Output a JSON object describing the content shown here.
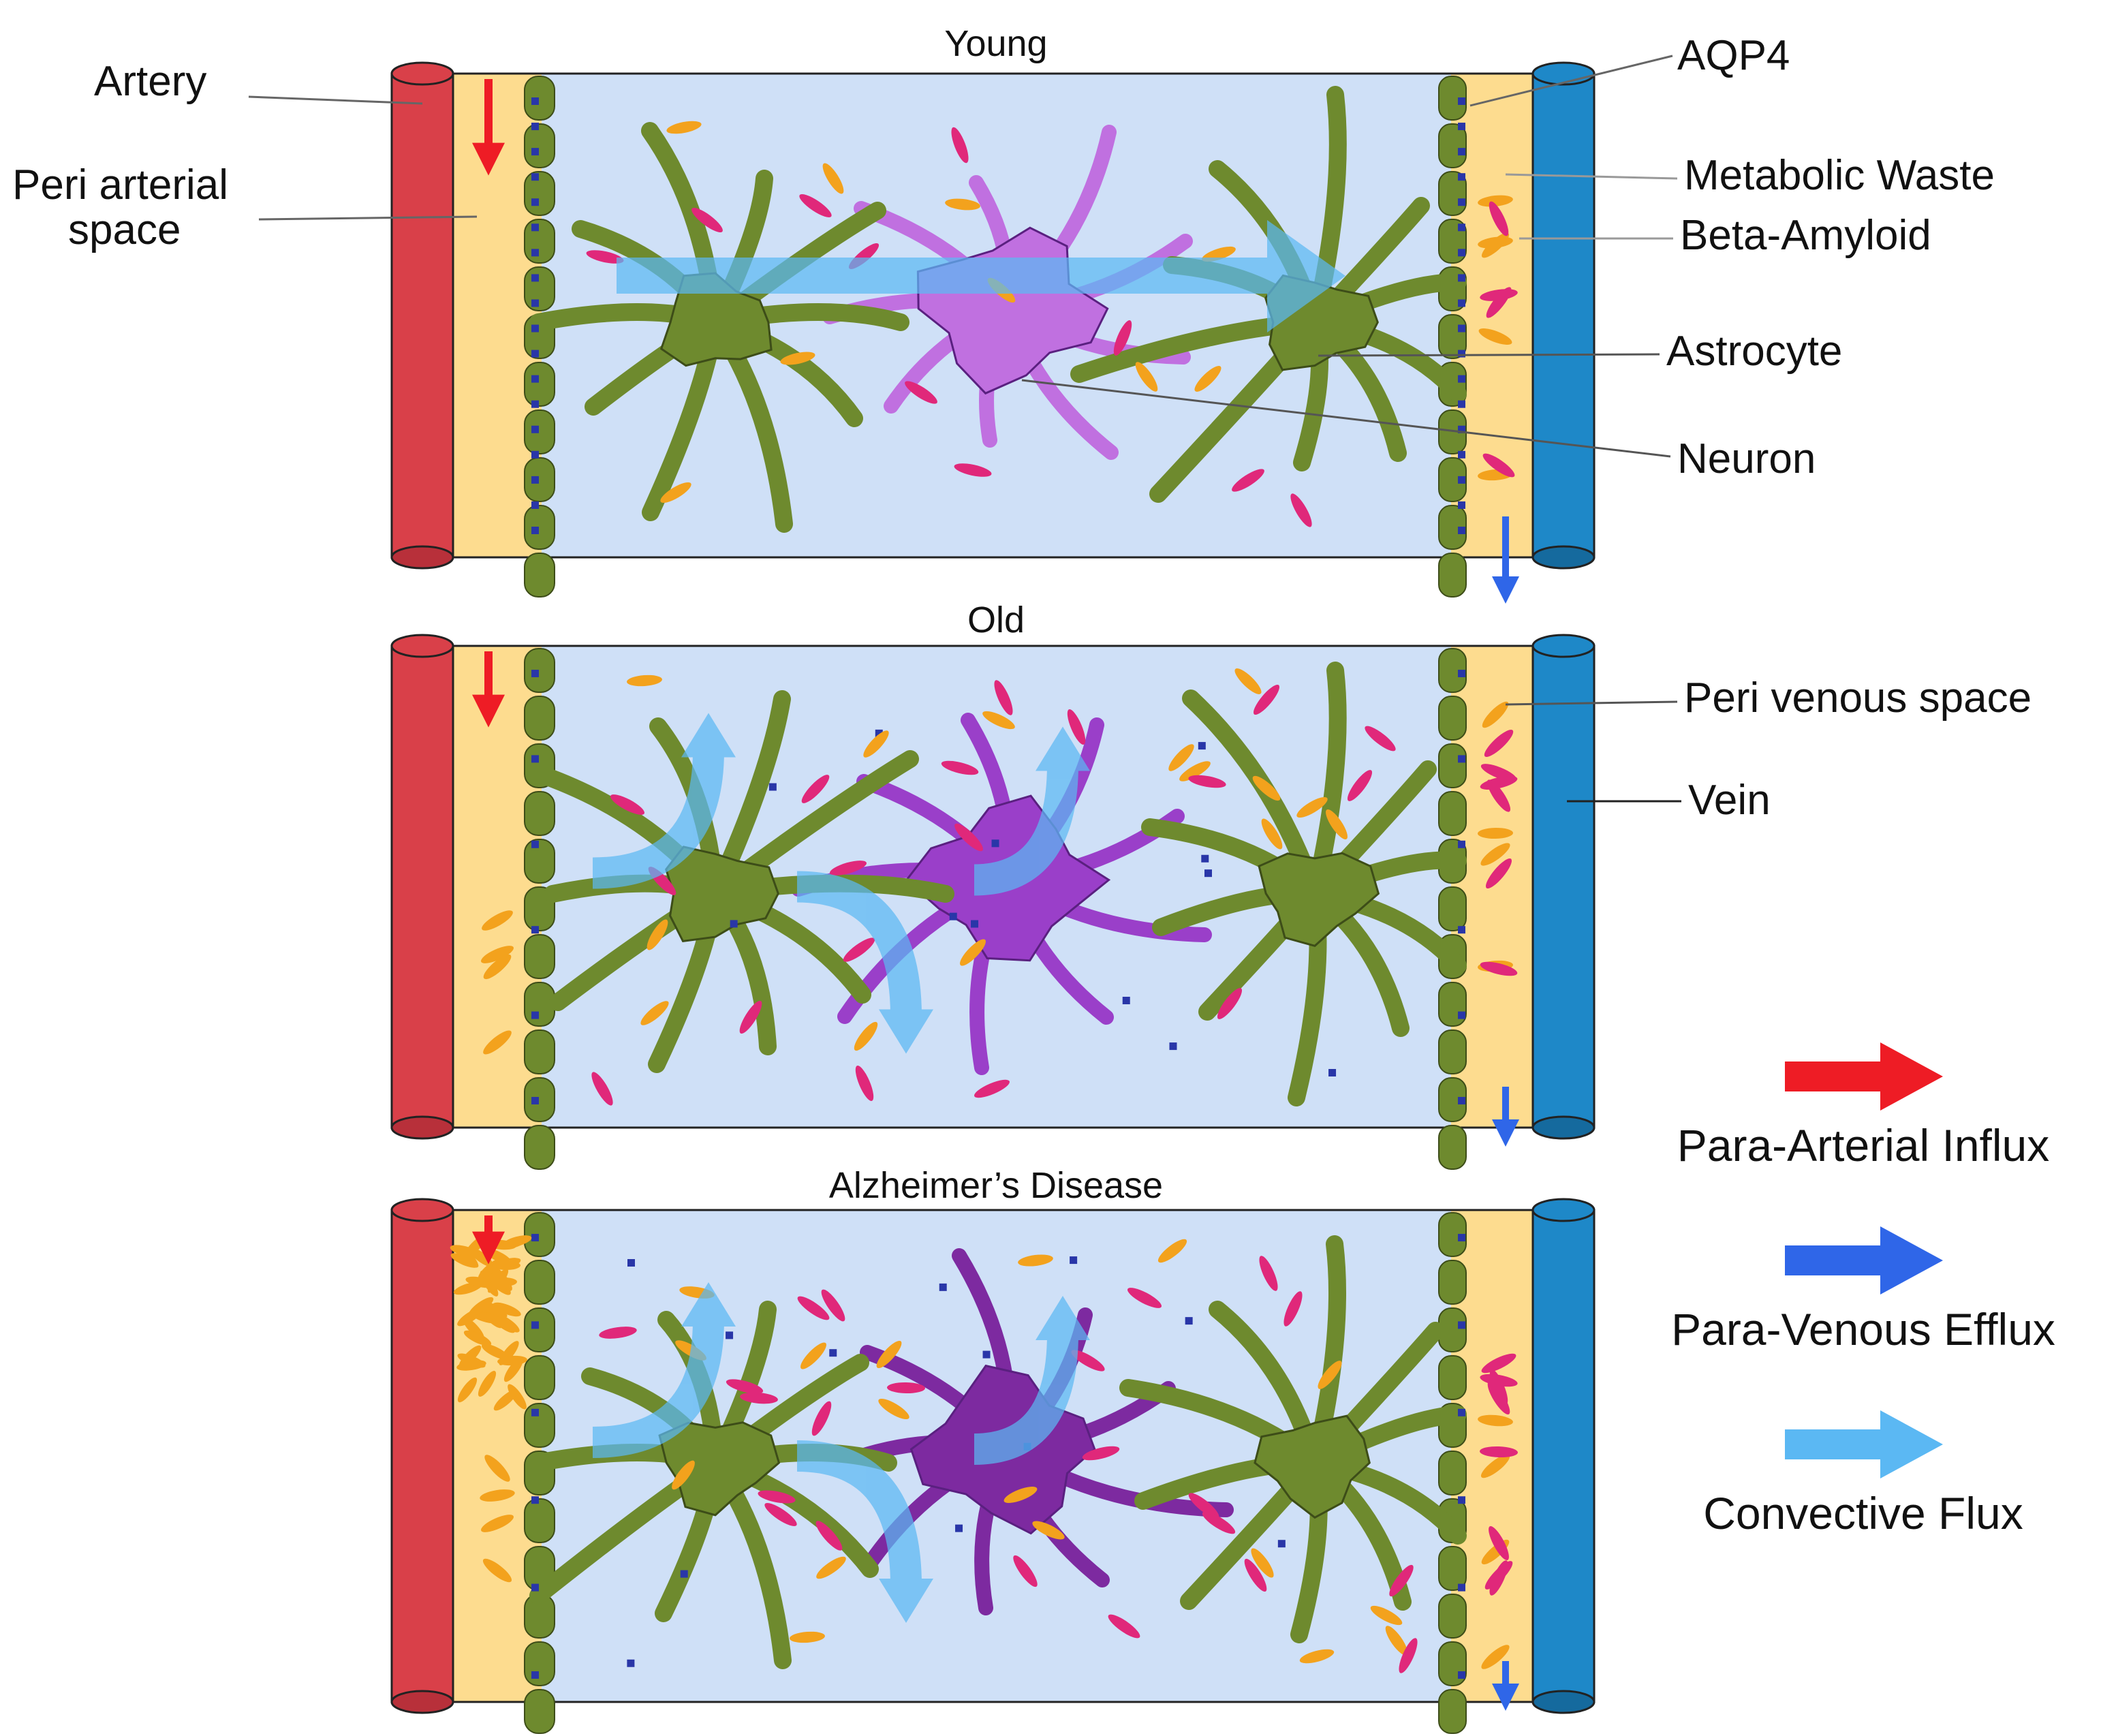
{
  "panels": [
    {
      "id": "young",
      "title": "Young"
    },
    {
      "id": "old",
      "title": "Old"
    },
    {
      "id": "ad",
      "title": "Alzheimer’s Disease"
    }
  ],
  "labels": {
    "artery": "Artery",
    "peri_arterial_line1": "Peri arterial",
    "peri_arterial_line2": "space",
    "aqp4": "AQP4",
    "metabolic_waste": "Metabolic Waste",
    "beta_amyloid": "Beta-Amyloid",
    "astrocyte": "Astrocyte",
    "neuron": "Neuron",
    "peri_venous_space": "Peri venous space",
    "vein": "Vein"
  },
  "legend": [
    {
      "label": "Para-Arterial Influx",
      "color": "#ee1c25"
    },
    {
      "label": "Para-Venous Efflux",
      "color": "#2f66e8"
    },
    {
      "label": "Convective Flux",
      "color": "#5bb8f3"
    }
  ],
  "colors": {
    "artery": "#d94049",
    "vein": "#1e88c8",
    "perivascular_space": "#fddc8f",
    "interstitium": "#cfe0f7",
    "astrocyte": "#6e8a2e",
    "neuron_young": "#c070e0",
    "neuron_old": "#9a3fc9",
    "neuron_ad": "#7d2aa0",
    "aqp4": "#2936a8",
    "metabolic_waste": "#f3a21d",
    "beta_amyloid": "#e0287a"
  }
}
